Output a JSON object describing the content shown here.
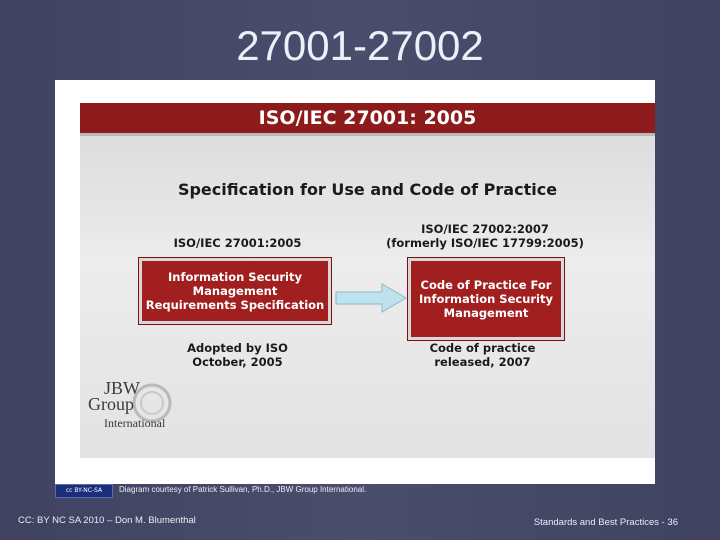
{
  "slide": {
    "title": "27001-27002"
  },
  "figure": {
    "header": "ISO/IEC 27001: 2005",
    "subtitle": "Specification for Use and Code of Practice",
    "left": {
      "standard": "ISO/IEC 27001:2005",
      "box_lines": [
        "Information Security",
        "Management",
        "Requirements Specification"
      ],
      "adoption_lines": [
        "Adopted by ISO",
        "October, 2005"
      ]
    },
    "right": {
      "standard_lines": [
        "ISO/IEC 27002:2007",
        "(formerly ISO/IEC 17799:2005)"
      ],
      "box_lines": [
        "Code of Practice For",
        "Information Security",
        "Management"
      ],
      "release_lines": [
        "Code of practice",
        "released, 2007"
      ]
    },
    "logo_lines": [
      "JBW",
      "Group",
      "International"
    ],
    "colors": {
      "header_red": "#8d1b1b",
      "box_red": "#a21f1f",
      "arrow": "#bfe2ef"
    }
  },
  "footer": {
    "badge": "cc BY-NC-SA",
    "credit": "Diagram courtesy of Patrick Sullivan, Ph.D., JBW Group International.",
    "license": "CC: BY NC SA  2010 – Don M. Blumenthal",
    "page": "Standards and Best Practices - 36"
  }
}
